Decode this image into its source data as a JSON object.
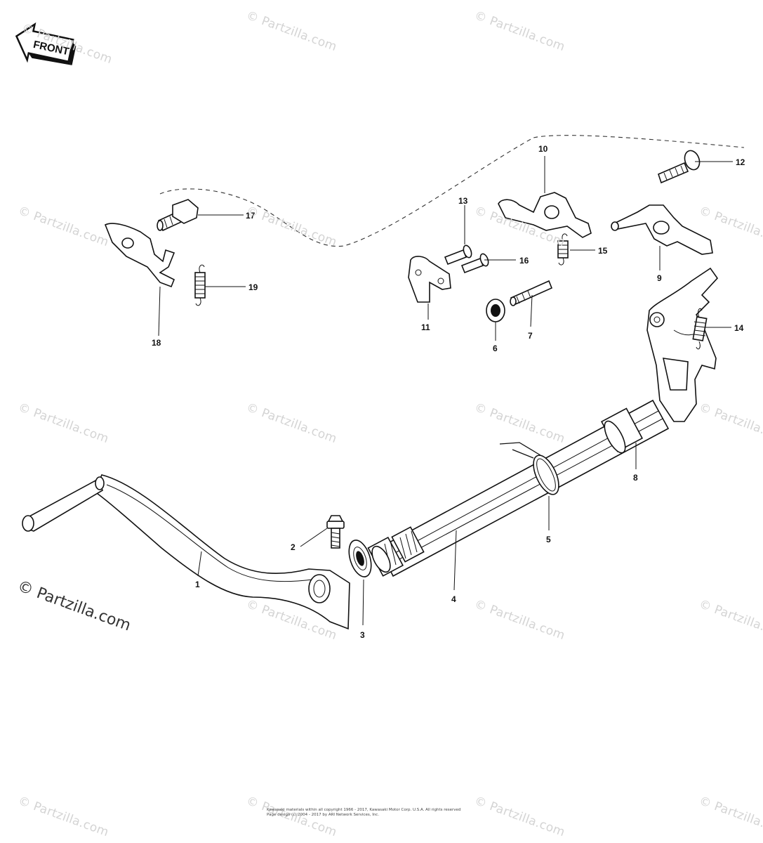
{
  "watermark": {
    "text": "© Partzilla.com"
  },
  "brand_watermark": {
    "text": "© Partzilla.com"
  },
  "front_badge": {
    "text": "FRONT"
  },
  "footer": {
    "line1": "Kawasaki materials within all copyright 1966 - 2017, Kawasaki Motor Corp. U.S.A. All rights reserved",
    "line2": "Page design (c) 2004 - 2017 by ARI Network Services, Inc."
  },
  "callouts": [
    {
      "id": "1",
      "label": "1"
    },
    {
      "id": "2",
      "label": "2"
    },
    {
      "id": "3",
      "label": "3"
    },
    {
      "id": "4",
      "label": "4"
    },
    {
      "id": "5",
      "label": "5"
    },
    {
      "id": "6",
      "label": "6"
    },
    {
      "id": "7",
      "label": "7"
    },
    {
      "id": "8",
      "label": "8"
    },
    {
      "id": "9",
      "label": "9"
    },
    {
      "id": "10",
      "label": "10"
    },
    {
      "id": "11",
      "label": "11"
    },
    {
      "id": "12",
      "label": "12"
    },
    {
      "id": "13",
      "label": "13"
    },
    {
      "id": "14",
      "label": "14"
    },
    {
      "id": "15",
      "label": "15"
    },
    {
      "id": "16",
      "label": "16"
    },
    {
      "id": "17",
      "label": "17"
    },
    {
      "id": "18",
      "label": "18"
    },
    {
      "id": "19",
      "label": "19"
    }
  ],
  "colors": {
    "ink": "#111111",
    "watermark": "#d4d4d4",
    "background": "#ffffff"
  }
}
